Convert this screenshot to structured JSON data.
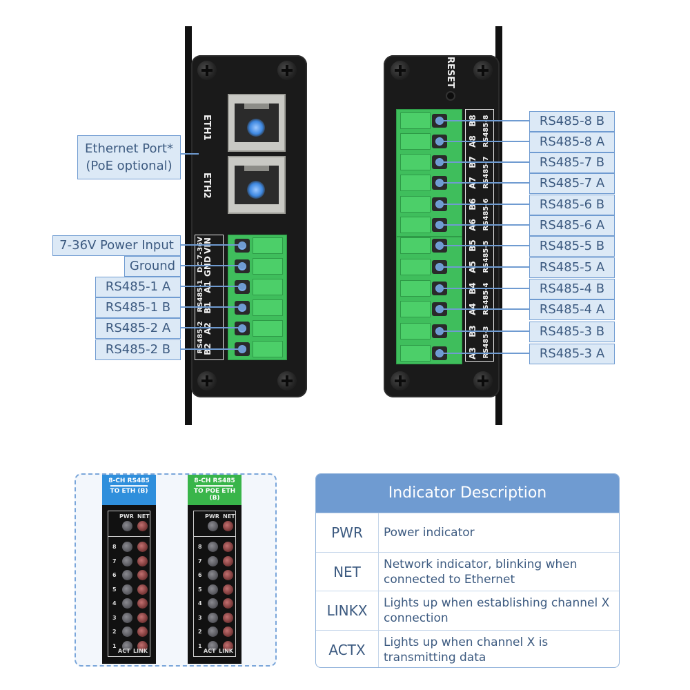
{
  "left_device": {
    "ports": [
      "ETH1",
      "ETH2"
    ],
    "terminal_text_lines": [
      [
        "VIN",
        "DC 7-36V"
      ],
      [
        "GND",
        ""
      ],
      [
        "A1",
        "RS485-1"
      ],
      [
        "B1",
        ""
      ],
      [
        "A2",
        "RS485-2"
      ],
      [
        "B2",
        ""
      ]
    ],
    "callouts": {
      "ethernet_line1": "Ethernet Port*",
      "ethernet_line2": "(PoE optional)",
      "pins": [
        "7-36V Power Input",
        "Ground",
        "RS485-1 A",
        "RS485-1 B",
        "RS485-2 A",
        "RS485-2 B"
      ]
    }
  },
  "right_device": {
    "reset_label": "RESET",
    "pins": [
      "B8",
      "A8",
      "B7",
      "A7",
      "B6",
      "A6",
      "B5",
      "A5",
      "B4",
      "A4",
      "B3",
      "A3"
    ],
    "channel_labels": [
      "RS485-8",
      "RS485-7",
      "RS485-6",
      "RS485-5",
      "RS485-4",
      "RS485-3"
    ],
    "callouts": [
      "RS485-8 B",
      "RS485-8 A",
      "RS485-7 B",
      "RS485-7 A",
      "RS485-6 B",
      "RS485-6 A",
      "RS485-5 B",
      "RS485-5 A",
      "RS485-4 B",
      "RS485-4 A",
      "RS485-3 B",
      "RS485-3 A"
    ]
  },
  "indicator_panels": [
    {
      "title": "8-CH RS485",
      "subtitle": "TO ETH (B)",
      "color": "#2f8fdc"
    },
    {
      "title": "8-CH RS485",
      "subtitle": "TO POE ETH (B)",
      "color": "#39b54a"
    }
  ],
  "indicator_labels": {
    "top_left": "PWR",
    "top_right": "NET",
    "bottom_left": "ACT",
    "bottom_right": "LINK",
    "channels": [
      "8",
      "7",
      "6",
      "5",
      "4",
      "3",
      "2",
      "1"
    ]
  },
  "table": {
    "title": "Indicator Description",
    "rows": [
      {
        "key": "PWR",
        "value": "Power indicator"
      },
      {
        "key": "NET",
        "value": "Network indicator, blinking when connected to Ethernet"
      },
      {
        "key": "LINKX",
        "value": "Lights up when establishing channel X connection"
      },
      {
        "key": "ACTX",
        "value": "Lights up when channel X is transmitting data"
      }
    ]
  },
  "colors": {
    "callout_fill": "#dce9f6",
    "callout_border": "#6f9bd1",
    "header_fill": "#6f9bd1",
    "terminal_green": "#3fbe5c"
  }
}
